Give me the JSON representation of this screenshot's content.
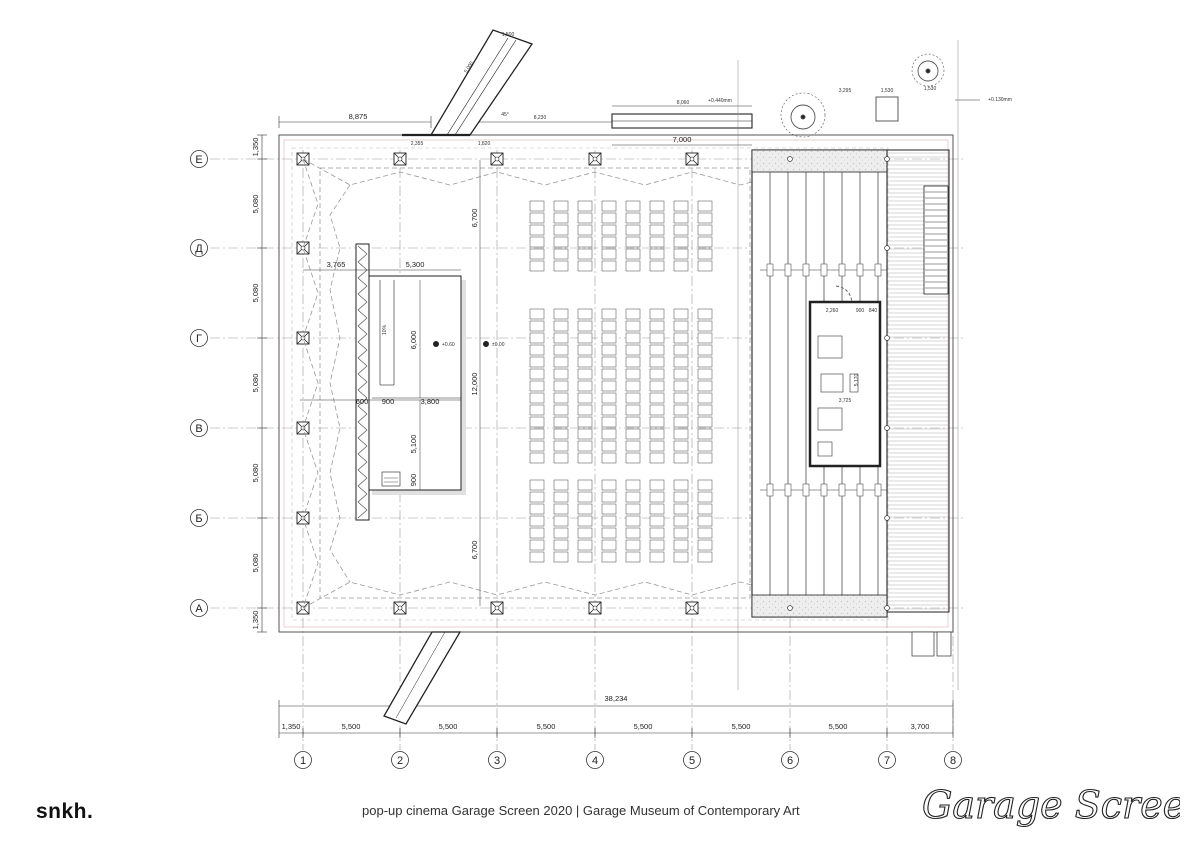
{
  "footer": {
    "studio_logo": "snkh.",
    "caption": "pop-up cinema Garage Screen 2020 | Garage Museum of Contemporary Art",
    "brand_script": "Garage Screen"
  },
  "axes": {
    "rows": [
      {
        "label": "Е"
      },
      {
        "label": "Д"
      },
      {
        "label": "Г"
      },
      {
        "label": "В"
      },
      {
        "label": "Б"
      },
      {
        "label": "А"
      }
    ],
    "columns": [
      {
        "label": "1"
      },
      {
        "label": "2"
      },
      {
        "label": "3"
      },
      {
        "label": "4"
      },
      {
        "label": "5"
      },
      {
        "label": "6"
      },
      {
        "label": "7"
      },
      {
        "label": "8"
      }
    ]
  },
  "dimensions": {
    "column_spans": [
      "1,350",
      "5,500",
      "5,500",
      "5,500",
      "5,500",
      "5,500",
      "5,500",
      "3,700"
    ],
    "overall_width": "38,234",
    "row_spans": [
      "1,350",
      "5,080",
      "5,080",
      "5,080",
      "5,080",
      "5,080",
      "1,350"
    ],
    "top_left": "8,875",
    "top_middle": "8,230",
    "top_ramp": "7,000",
    "top_ramp_small": "8,060",
    "top_level": "+0.440mm",
    "ramp_length": "5,000",
    "ramp_width": "1,500",
    "ramp_angle": "45°",
    "ramp_sub_a": "2,355",
    "ramp_sub_b": "1,820",
    "level_top_right": "+0.130mm",
    "top_right_a": "3,295",
    "top_right_b": "1,530",
    "top_right_c": "1,530",
    "aisle_vertical_top": "6,700",
    "aisle_vertical_mid": "12,000",
    "aisle_vertical_bottom": "6,700",
    "stage_left": "3,765",
    "stage_top": "5,300",
    "stage_height": "6,000",
    "stage_a": "600",
    "stage_b": "900",
    "stage_c": "3,800",
    "stage_d": "5,100",
    "stage_e": "900",
    "level_stage": "+0.60",
    "level_hall": "±0.00",
    "slope": "10%",
    "booth_a": "2,260",
    "booth_b": "900",
    "booth_c": "840",
    "booth_d": "3,725",
    "booth_e": "5,170"
  }
}
